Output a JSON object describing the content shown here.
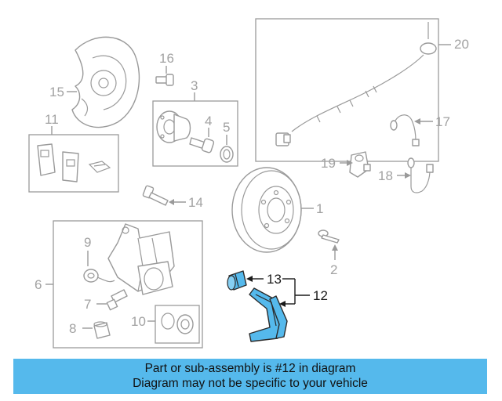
{
  "callouts": {
    "c1": "1",
    "c2": "2",
    "c3": "3",
    "c4": "4",
    "c5": "5",
    "c6": "6",
    "c7": "7",
    "c8": "8",
    "c9": "9",
    "c10": "10",
    "c11": "11",
    "c12": "12",
    "c13": "13",
    "c14": "14",
    "c15": "15",
    "c16": "16",
    "c17": "17",
    "c18": "18",
    "c19": "19",
    "c20": "20"
  },
  "highlighted_parts": [
    "12",
    "13"
  ],
  "colors": {
    "highlight": "#55b9ec",
    "line": "#9a9a9a"
  },
  "banner": {
    "line1": "Part or sub-assembly is #12 in diagram",
    "line2": "Diagram may not be specific to your vehicle"
  }
}
